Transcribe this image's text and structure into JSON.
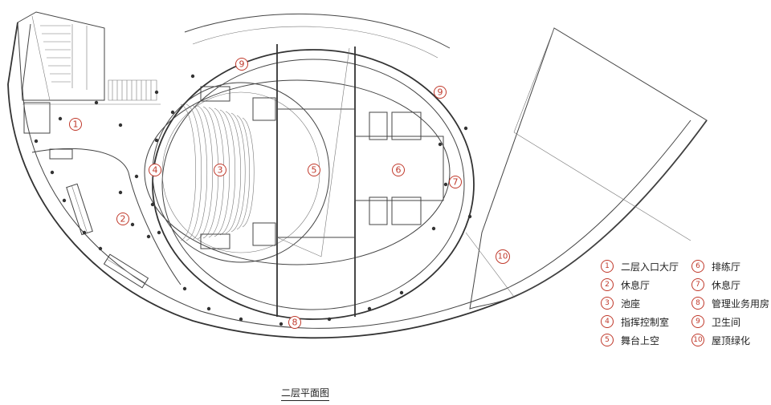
{
  "plan_title": "二层平面图",
  "markers": [
    "1",
    "2",
    "3",
    "4",
    "5",
    "6",
    "7",
    "8",
    "9",
    "9",
    "10"
  ],
  "legend": [
    {
      "num": "1",
      "label": "二层入口大厅"
    },
    {
      "num": "2",
      "label": "休息厅"
    },
    {
      "num": "3",
      "label": "池座"
    },
    {
      "num": "4",
      "label": "指挥控制室"
    },
    {
      "num": "5",
      "label": "舞台上空"
    },
    {
      "num": "6",
      "label": "排练厅"
    },
    {
      "num": "7",
      "label": "休息厅"
    },
    {
      "num": "8",
      "label": "管理业务用房"
    },
    {
      "num": "9",
      "label": "卫生间"
    },
    {
      "num": "10",
      "label": "屋顶绿化"
    }
  ],
  "colors": {
    "marker": "#c0392b",
    "linework": "#444444"
  }
}
